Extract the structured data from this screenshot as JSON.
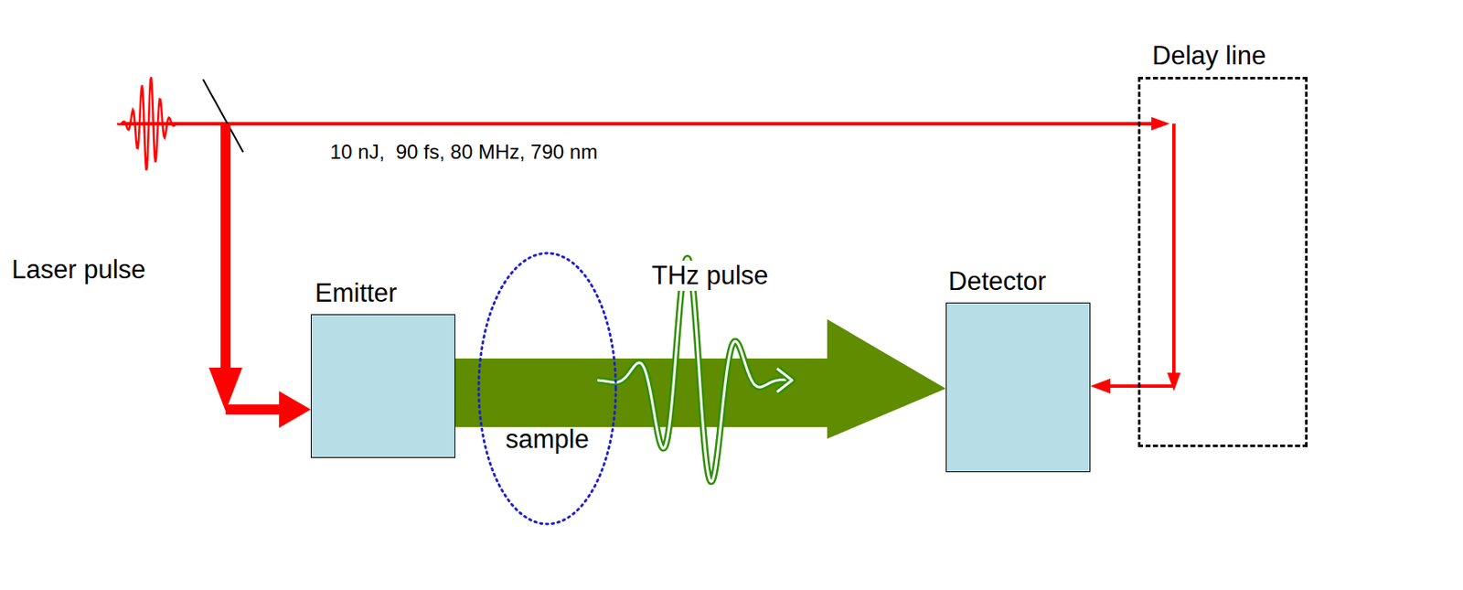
{
  "diagram": {
    "nodes": [
      {
        "text": [
          "Delay line"
        ]
      },
      {
        "text": [
          "Emitter"
        ]
      },
      {
        "text": [
          "sample"
        ]
      },
      {
        "text": [
          "Detector"
        ]
      }
    ],
    "edges": [
      {
        "from": 1,
        "to": 3,
        "arrow": "to"
      },
      {
        "from": 0,
        "to": 3,
        "arrow": "to"
      }
    ],
    "labels": [
      "10 nJ,  90 fs, 80 MHz, 790 nm",
      "Laser pulse",
      "THz pulse"
    ]
  }
}
